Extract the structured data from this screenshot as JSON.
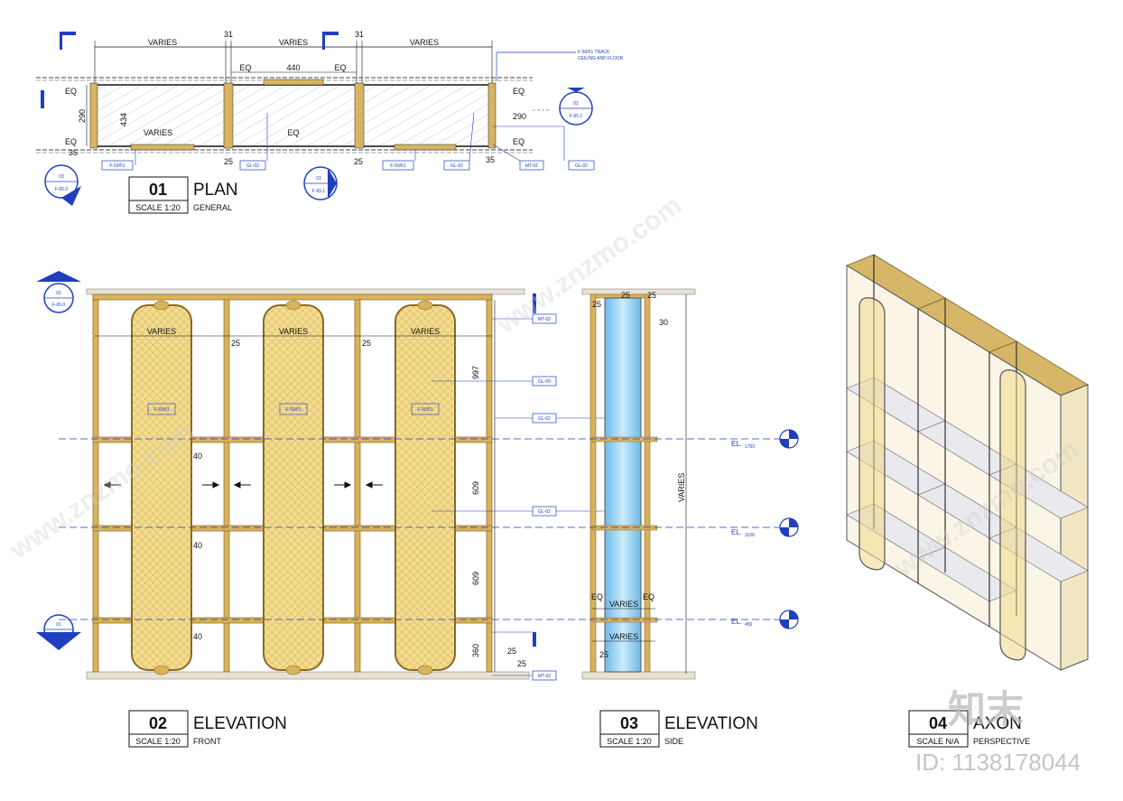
{
  "plan": {
    "dims_top": [
      "VARIES",
      "31",
      "VARIES",
      "31",
      "VARIES"
    ],
    "dim_eq": "EQ",
    "dim_440": "440",
    "dim_434": "434",
    "dim_290": "290",
    "dim_25": "25",
    "dim_35": "35",
    "inner_varies": "VARIES",
    "note_track": "F-50/51 TRACK",
    "note_track2": "CEILING AND FLOOR",
    "tags": [
      "F-50/51",
      "GL-02",
      "F-50/51",
      "GL-02",
      "MT-02",
      "GL-02"
    ],
    "section_marks": [
      {
        "top": "03",
        "bottom": "F-65.0"
      },
      {
        "top": "03",
        "bottom": "F-65.1"
      },
      {
        "top": "02",
        "bottom": "F-65.1"
      }
    ]
  },
  "elevation_front": {
    "panel_label": "VARIES",
    "panel_tag": "F-50/51",
    "dim_25": "25",
    "dim_40": "40",
    "dim_997": "997",
    "dim_609": "609",
    "dim_360": "360",
    "tags": [
      "MT-02",
      "GL-09",
      "GL-02",
      "GL-02",
      "MT-02"
    ],
    "section_marks": [
      {
        "top": "01",
        "bottom": "F-65.0"
      },
      {
        "top": "01",
        "bottom": "F-65.1"
      }
    ]
  },
  "elevation_side": {
    "dim_25": "25",
    "dim_30": "30",
    "dim_eq": "EQ",
    "dim_varies": "VARIES",
    "dim_varies_vertical": "VARIES"
  },
  "levels": [
    {
      "label": "EL.",
      "value": "1750"
    },
    {
      "label": "EL.",
      "value": "1100"
    },
    {
      "label": "EL.",
      "value": "450"
    }
  ],
  "titles": [
    {
      "num": "01",
      "name": "PLAN",
      "scale": "SCALE 1:20",
      "desc": "GENERAL"
    },
    {
      "num": "02",
      "name": "ELEVATION",
      "scale": "SCALE 1:20",
      "desc": "FRONT"
    },
    {
      "num": "03",
      "name": "ELEVATION",
      "scale": "SCALE 1:20",
      "desc": "SIDE"
    },
    {
      "num": "04",
      "name": "AXON",
      "scale": "SCALE N/A",
      "desc": "PERSPECTIVE"
    }
  ],
  "watermark": {
    "site": "www.znzmo.com",
    "logo": "知末",
    "id": "ID: 1138178044"
  },
  "colors": {
    "frame": "#c9a24a",
    "panel": "#f0d98a",
    "glass": "#a8d8f0",
    "annotation": "#1f3fbf"
  }
}
